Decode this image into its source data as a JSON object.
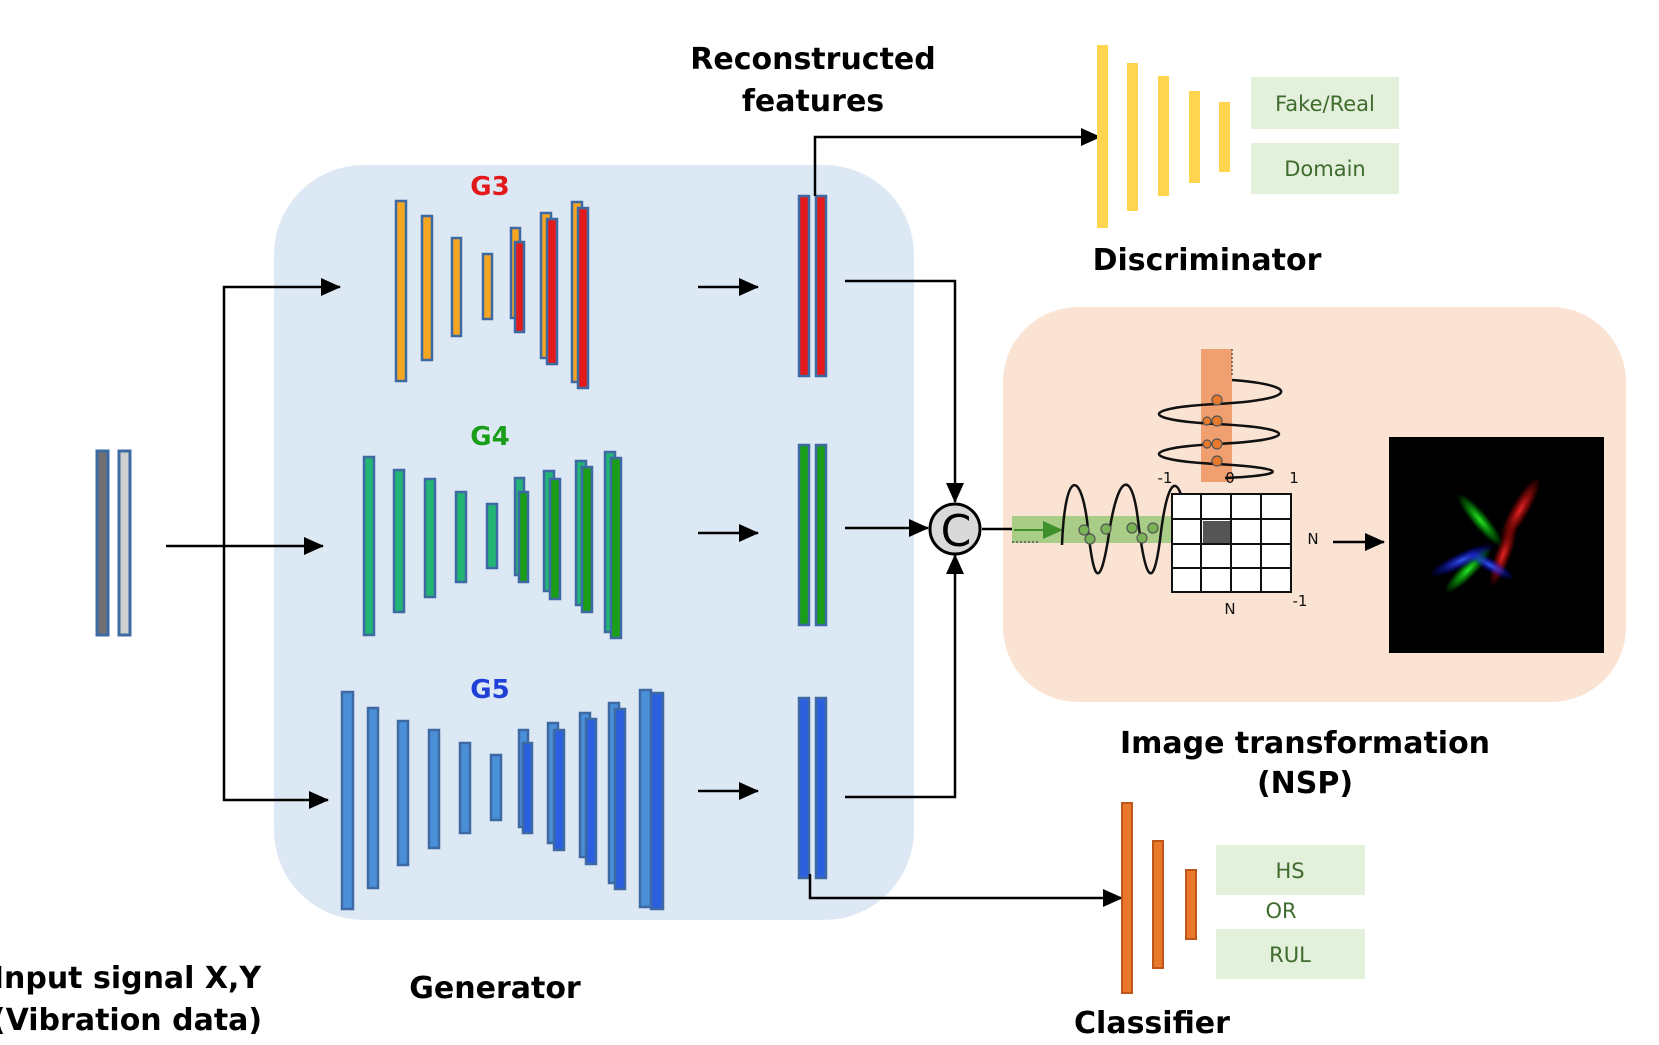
{
  "labels": {
    "input_line1": "Input signal X,Y",
    "input_line2": "(Vibration data)",
    "generator": "Generator",
    "reconstructed_line1": "Reconstructed",
    "reconstructed_line2": "features",
    "discriminator": "Discriminator",
    "image_transform_line1": "Image transformation",
    "image_transform_line2": "(NSP)",
    "classifier": "Classifier",
    "concat_symbol": "C"
  },
  "generators": [
    {
      "name": "G3",
      "color": "#e31a1c",
      "enc_color": "#f5a623"
    },
    {
      "name": "G4",
      "color": "#1a9e1a",
      "enc_color": "#22b573"
    },
    {
      "name": "G5",
      "color": "#1f3fd6",
      "enc_color": "#4a90d9"
    }
  ],
  "discriminator_outputs": [
    "Fake/Real",
    "Domain"
  ],
  "classifier_outputs": {
    "top": "HS",
    "connector": "OR",
    "bottom": "RUL"
  },
  "nsp_axis": {
    "top_left": "-1",
    "top_mid": "0",
    "top_right": "1",
    "right": "N",
    "bottom": "N",
    "bottom_right": "-1"
  },
  "colors": {
    "generator_bg": "#dde8f5",
    "nsp_bg": "#fbe3d3",
    "discriminator": "#ffd54f",
    "classifier": "#e8792b",
    "output_box": "#e3f0dc",
    "highlight_orange": "#f0a070",
    "highlight_green": "#a9cd87"
  }
}
